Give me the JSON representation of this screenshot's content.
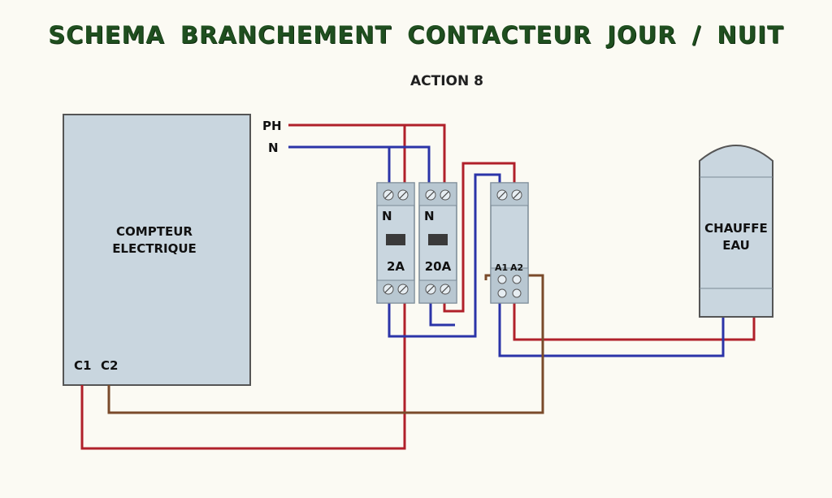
{
  "title": "SCHEMA BRANCHEMENT CONTACTEUR JOUR / NUIT",
  "subtitle": "ACTION 8",
  "meter": {
    "line1": "COMPTEUR",
    "line2": "ELECTRIQUE",
    "terminal_c1": "C1",
    "terminal_c2": "C2"
  },
  "supply": {
    "phase_label": "PH",
    "neutral_label": "N"
  },
  "breaker_2a": {
    "neutral_label": "N",
    "rating": "2A"
  },
  "breaker_20a": {
    "neutral_label": "N",
    "rating": "20A"
  },
  "contactor": {
    "coil_a1": "A1",
    "coil_a2": "A2"
  },
  "water_heater": {
    "line1": "CHAUFFE",
    "line2": "EAU"
  },
  "colors": {
    "phase": "#b0202a",
    "neutral": "#2b34a8",
    "control": "#7a4a2a",
    "title": "#1f4f1f"
  }
}
